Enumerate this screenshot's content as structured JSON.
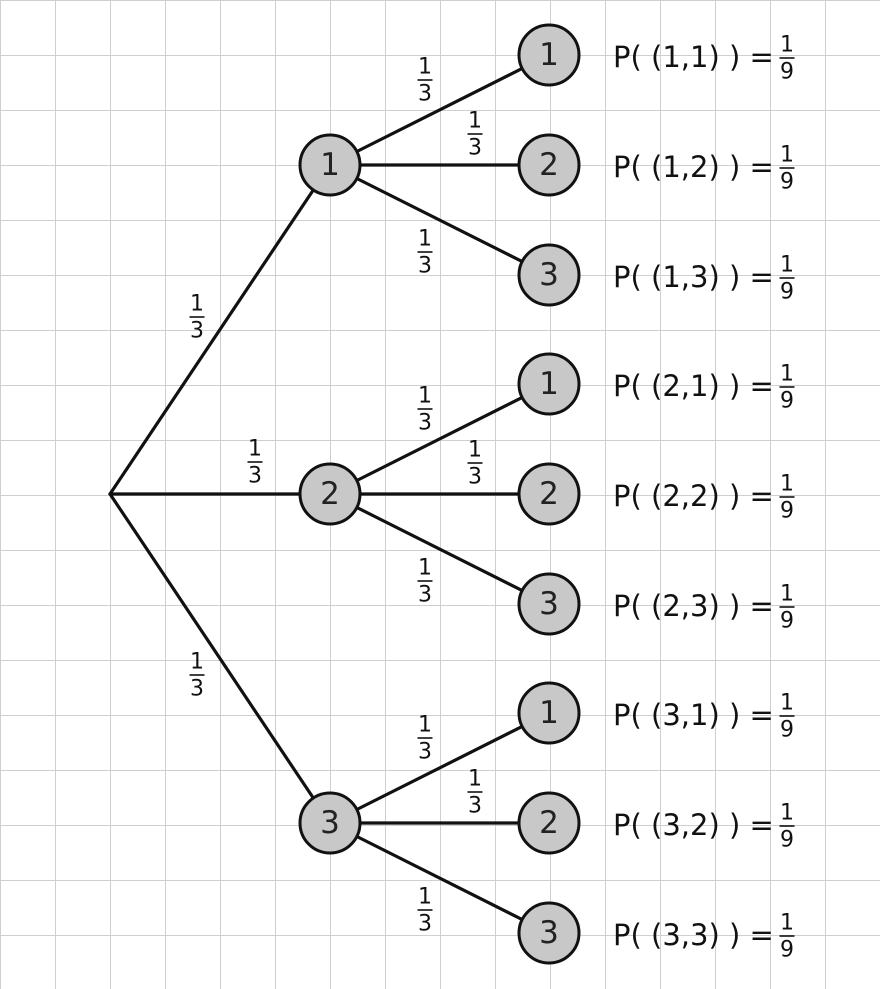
{
  "tree": {
    "root_branches": [
      {
        "label": "1",
        "prob": {
          "num": "1",
          "den": "3"
        }
      },
      {
        "label": "2",
        "prob": {
          "num": "1",
          "den": "3"
        }
      },
      {
        "label": "3",
        "prob": {
          "num": "1",
          "den": "3"
        }
      }
    ],
    "second_level": [
      [
        {
          "label": "1",
          "prob": {
            "num": "1",
            "den": "3"
          },
          "outcome": {
            "text": "P( (1,1) ) =",
            "num": "1",
            "den": "9"
          }
        },
        {
          "label": "2",
          "prob": {
            "num": "1",
            "den": "3"
          },
          "outcome": {
            "text": "P( (1,2) ) =",
            "num": "1",
            "den": "9"
          }
        },
        {
          "label": "3",
          "prob": {
            "num": "1",
            "den": "3"
          },
          "outcome": {
            "text": "P( (1,3) ) =",
            "num": "1",
            "den": "9"
          }
        }
      ],
      [
        {
          "label": "1",
          "prob": {
            "num": "1",
            "den": "3"
          },
          "outcome": {
            "text": "P( (2,1) ) =",
            "num": "1",
            "den": "9"
          }
        },
        {
          "label": "2",
          "prob": {
            "num": "1",
            "den": "3"
          },
          "outcome": {
            "text": "P( (2,2) ) =",
            "num": "1",
            "den": "9"
          }
        },
        {
          "label": "3",
          "prob": {
            "num": "1",
            "den": "3"
          },
          "outcome": {
            "text": "P( (2,3) ) =",
            "num": "1",
            "den": "9"
          }
        }
      ],
      [
        {
          "label": "1",
          "prob": {
            "num": "1",
            "den": "3"
          },
          "outcome": {
            "text": "P( (3,1) ) =",
            "num": "1",
            "den": "9"
          }
        },
        {
          "label": "2",
          "prob": {
            "num": "1",
            "den": "3"
          },
          "outcome": {
            "text": "P( (3,2) ) =",
            "num": "1",
            "den": "9"
          }
        },
        {
          "label": "3",
          "prob": {
            "num": "1",
            "den": "3"
          },
          "outcome": {
            "text": "P( (3,3) ) =",
            "num": "1",
            "den": "9"
          }
        }
      ]
    ]
  },
  "colors": {
    "node_fill": "#c8c8c8",
    "line": "#111111",
    "grid": "#cfcfcf"
  }
}
